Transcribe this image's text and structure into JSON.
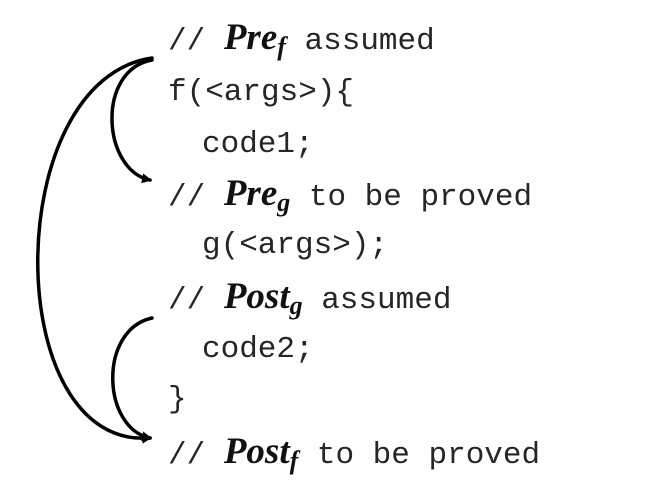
{
  "lines": {
    "l1": {
      "prefix": "// ",
      "name": "Pre",
      "sub": "f",
      "suffix": " assumed"
    },
    "l2": {
      "text": "f(<args>){"
    },
    "l3": {
      "text": "code1;"
    },
    "l4": {
      "prefix": "// ",
      "name": "Pre",
      "sub": "g",
      "suffix": " to be proved"
    },
    "l5": {
      "text": "g(<args>);"
    },
    "l6": {
      "prefix": "// ",
      "name": "Post",
      "sub": "g",
      "suffix": " assumed"
    },
    "l7": {
      "text": "code2;"
    },
    "l8": {
      "text": "}"
    },
    "l9": {
      "prefix": "// ",
      "name": "Post",
      "sub": "f",
      "suffix": " to be proved"
    }
  },
  "arrows": [
    {
      "from": "l1",
      "to": "l4",
      "meaning": "Pre_f -> Pre_g"
    },
    {
      "from": "l1",
      "to": "l9",
      "meaning": "Pre_f -> Post_f"
    },
    {
      "from": "l6",
      "to": "l9",
      "meaning": "Post_g -> Post_f"
    }
  ],
  "colors": {
    "text": "#262626",
    "arrow": "#000000"
  }
}
